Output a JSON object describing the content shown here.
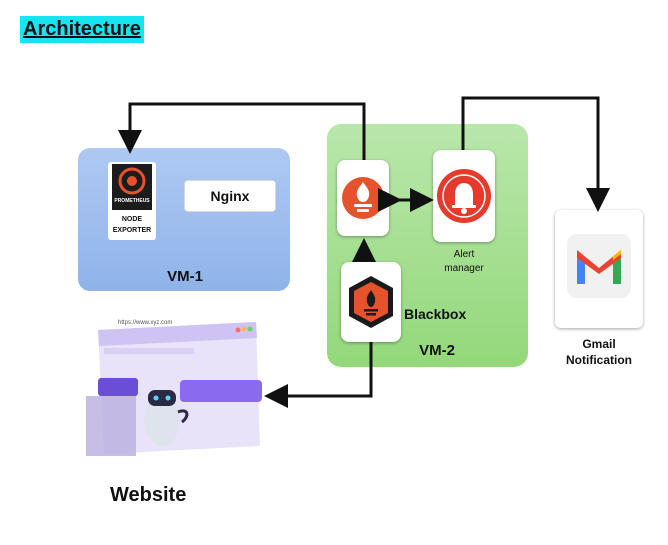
{
  "heading": "Architecture",
  "vm1": {
    "label": "VM-1",
    "nginx": "Nginx",
    "node_exporter_line1": "NODE",
    "node_exporter_line2": "EXPORTER",
    "prometheus_text": "PROMETHEUS"
  },
  "vm2": {
    "label": "VM-2",
    "alert_line1": "Alert",
    "alert_line2": "manager",
    "blackbox": "Blackbox"
  },
  "gmail": {
    "line1": "Gmail",
    "line2": "Notification"
  },
  "website": {
    "label": "Website",
    "url": "https://www.xyz.com"
  },
  "colors": {
    "vm1": "#9dbdee",
    "vm2": "#a5e08f",
    "prometheus": "#e6522c",
    "alert": "#e63a2c",
    "gmail_red": "#ea4335"
  },
  "icons": [
    "prometheus-icon",
    "alertmanager-bell-icon",
    "blackbox-icon",
    "gmail-icon",
    "website-illustration"
  ]
}
